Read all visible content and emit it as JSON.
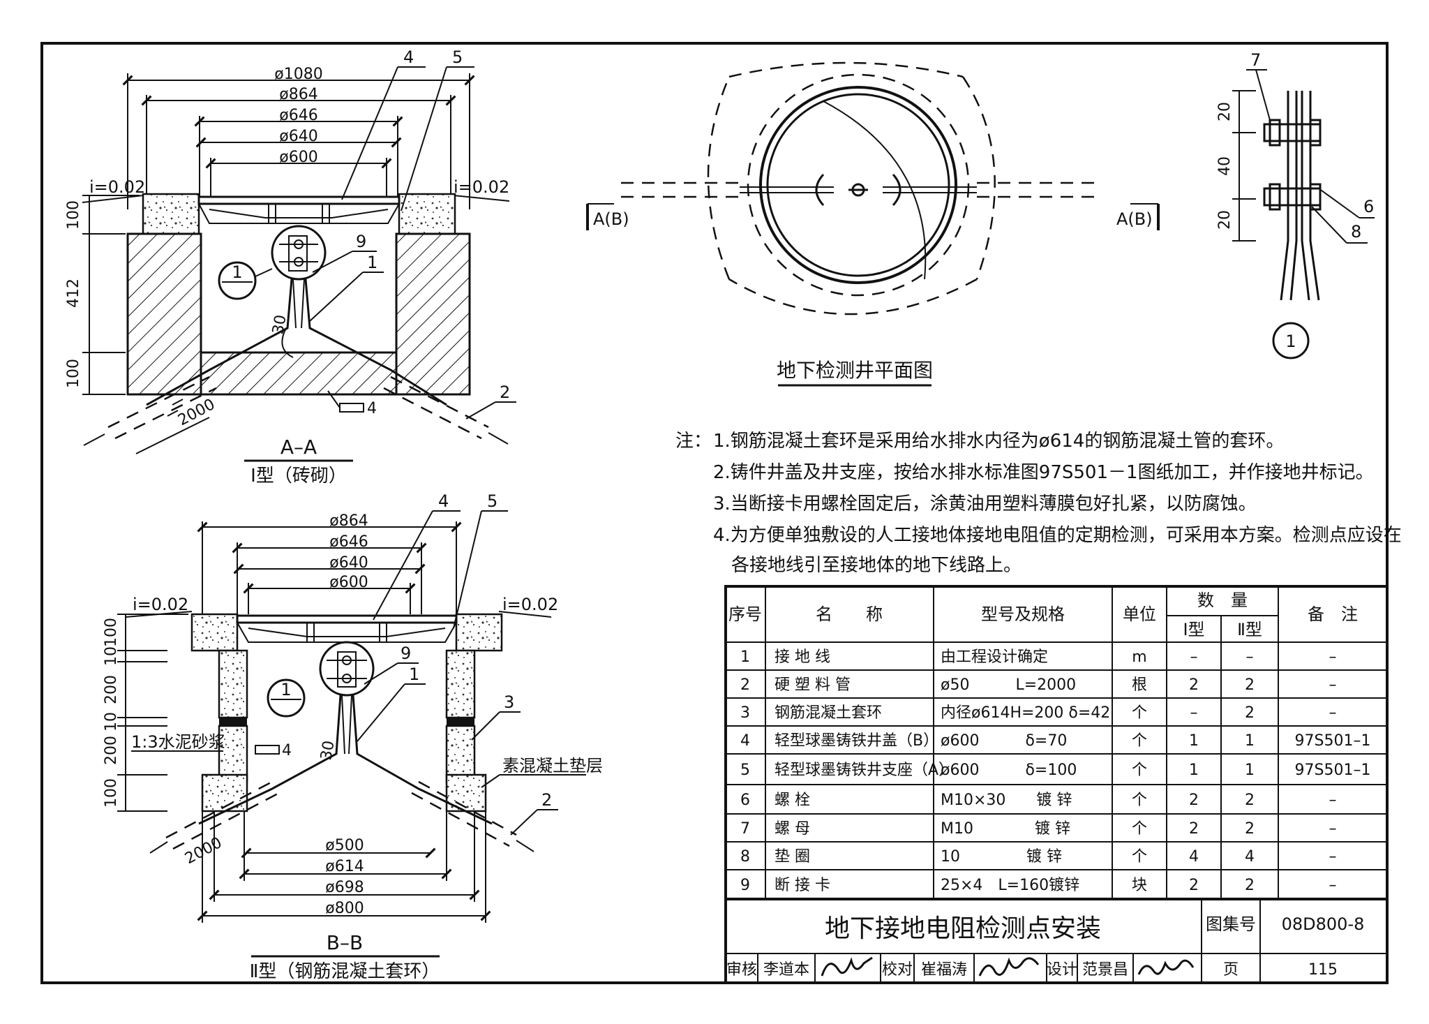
{
  "views": {
    "aa": {
      "title": "A–A",
      "subtitle": "Ⅰ型（砖砌）",
      "dims": [
        "ø1080",
        "ø864",
        "ø646",
        "ø640",
        "ø600"
      ],
      "left_dims": [
        "100",
        "412",
        "100"
      ],
      "slope_left": "i=0.02",
      "slope_right": "i=0.02",
      "pipe_len": "2000",
      "angle": "30",
      "callouts": [
        "4",
        "5",
        "9",
        "1",
        "2"
      ],
      "detail_ref": "1",
      "flat_bar": "4"
    },
    "bb": {
      "title": "B–B",
      "subtitle": "Ⅱ型（钢筋混凝土套环）",
      "dims_top": [
        "ø864",
        "ø646",
        "ø640",
        "ø600"
      ],
      "dims_bottom": [
        "ø500",
        "ø614",
        "ø698",
        "ø800"
      ],
      "left_dims": [
        "100",
        "10",
        "200",
        "10",
        "200",
        "100"
      ],
      "slope_left": "i=0.02",
      "slope_right": "i=0.02",
      "mortar": "1:3水泥砂浆",
      "plain_concrete": "素混凝土垫层",
      "pipe_len": "2000",
      "angle": "30",
      "callouts": [
        "4",
        "5",
        "9",
        "1",
        "3",
        "2"
      ],
      "detail_ref": "1",
      "flat_bar": "4"
    },
    "plan": {
      "title": "地下检测井平面图",
      "sec_left": "A(B)",
      "sec_right": "A(B)"
    },
    "detail": {
      "ref": "1",
      "dims": [
        "20",
        "40",
        "20"
      ],
      "callouts": [
        "7",
        "6",
        "8"
      ]
    }
  },
  "notes": {
    "prefix": "注：",
    "items": [
      "1.钢筋混凝土套环是采用给水排水内径为ø614的钢筋混凝土管的套环。",
      "2.铸件井盖及井支座，按给水排水标准图97S501－1图纸加工，并作接地井标记。",
      "3.当断接卡用螺栓固定后，涂黄油用塑料薄膜包好扎紧，以防腐蚀。",
      "4.为方便单独敷设的人工接地体接地电阻值的定期检测，可采用本方案。检测点应设在",
      "各接地线引至接地体的地下线路上。"
    ]
  },
  "table": {
    "headers": {
      "no": "序号",
      "name": "名　　称",
      "spec": "型号及规格",
      "unit": "单位",
      "qty": "数　量",
      "qty1": "Ⅰ型",
      "qty2": "Ⅱ型",
      "remark": "备　注"
    },
    "rows": [
      {
        "no": "1",
        "name": "接 地 线",
        "spec": "由工程设计确定",
        "unit": "m",
        "q1": "–",
        "q2": "–",
        "remark": "–"
      },
      {
        "no": "2",
        "name": "硬 塑 料 管",
        "spec": "ø50　　　L=2000",
        "unit": "根",
        "q1": "2",
        "q2": "2",
        "remark": "–"
      },
      {
        "no": "3",
        "name": "钢筋混凝土套环",
        "spec": "内径ø614H=200 δ=42",
        "unit": "个",
        "q1": "–",
        "q2": "2",
        "remark": "–"
      },
      {
        "no": "4",
        "name": "轻型球墨铸铁井盖（B）",
        "spec": "ø600　　　δ=70",
        "unit": "个",
        "q1": "1",
        "q2": "1",
        "remark": "97S501–1"
      },
      {
        "no": "5",
        "name": "轻型球墨铸铁井支座（A）",
        "spec": "ø600　　　δ=100",
        "unit": "个",
        "q1": "1",
        "q2": "1",
        "remark": "97S501–1"
      },
      {
        "no": "6",
        "name": "螺 栓",
        "spec": "M10×30　　镀 锌",
        "unit": "个",
        "q1": "2",
        "q2": "2",
        "remark": "–"
      },
      {
        "no": "7",
        "name": "螺 母",
        "spec": "M10　　　　镀 锌",
        "unit": "个",
        "q1": "2",
        "q2": "2",
        "remark": "–"
      },
      {
        "no": "8",
        "name": "垫 圈",
        "spec": "10　　　　 镀 锌",
        "unit": "个",
        "q1": "4",
        "q2": "4",
        "remark": "–"
      },
      {
        "no": "9",
        "name": "断 接 卡",
        "spec": "25×4　L=160镀锌",
        "unit": "块",
        "q1": "2",
        "q2": "2",
        "remark": "–"
      }
    ]
  },
  "title_block": {
    "title": "地下接地电阻检测点安装",
    "atlas_label": "图集号",
    "atlas_no": "08D800-8",
    "review_label": "审核",
    "reviewer": "李道本",
    "check_label": "校对",
    "checker": "崔福涛",
    "design_label": "设计",
    "designer": "范景昌",
    "page_label": "页",
    "page_no": "115"
  },
  "colors": {
    "line": "#111111",
    "paper": "#ffffff"
  }
}
